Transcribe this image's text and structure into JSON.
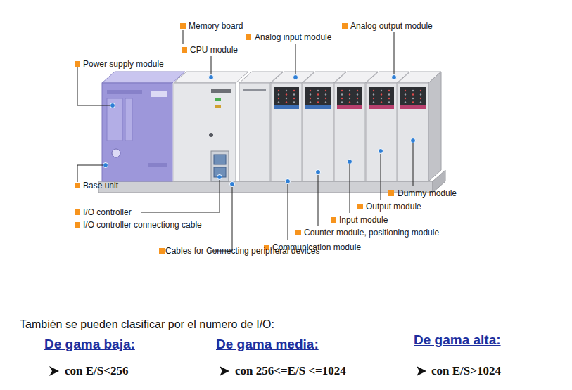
{
  "diagram": {
    "labels": [
      "Memory board",
      "Analog output module",
      "Analog input module",
      "CPU module",
      "Power supply module",
      "Base unit",
      "Dummy module",
      "Output module",
      "I/O controller",
      "I/O controller connectiong cable",
      "Input module",
      "Counter module, positioning module",
      "Cables for Connecting peripheral devices",
      "Communication module",
      "También se pueden clasificar por el numero de I/O:",
      "De gama baja:",
      "con E/S<256",
      "De gama media:",
      "con 256<=E/S <=1024",
      "De gama alta:",
      "con E/S>1024"
    ]
  }
}
